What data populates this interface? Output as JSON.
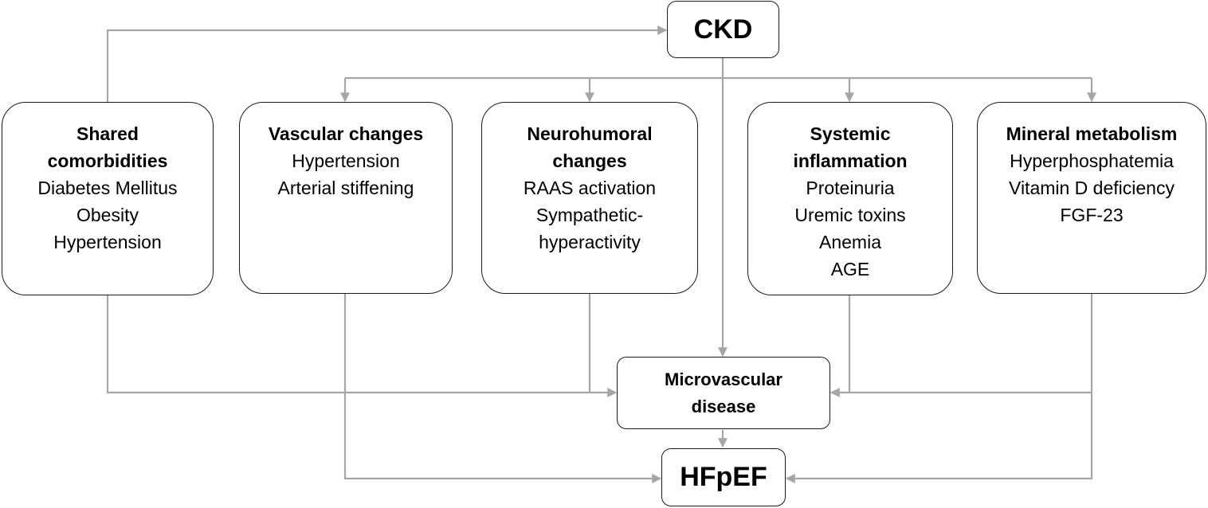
{
  "colors": {
    "connector": "#a6a6a6",
    "box_border": "#1a1a1a",
    "text": "#000000",
    "background": "#ffffff"
  },
  "nodes": {
    "ckd": {
      "label": "CKD"
    },
    "hfpef": {
      "label": "HFpEF"
    },
    "microvascular": {
      "line1": "Microvascular",
      "line2": "disease"
    },
    "shared": {
      "head1": "Shared",
      "head2": "comorbidities",
      "items": [
        "Diabetes Mellitus",
        "Obesity",
        "Hypertension"
      ]
    },
    "vascular": {
      "head1": "Vascular changes",
      "items": [
        "Hypertension",
        "Arterial stiffening"
      ]
    },
    "neurohumoral": {
      "head1": "Neurohumoral",
      "head2": "changes",
      "items": [
        "RAAS activation",
        "Sympathetic-",
        "hyperactivity"
      ]
    },
    "inflammation": {
      "head1": "Systemic",
      "head2": "inflammation",
      "items": [
        "Proteinuria",
        "Uremic toxins",
        "Anemia",
        "AGE"
      ]
    },
    "mineral": {
      "head1": "Mineral metabolism",
      "items": [
        "Hyperphosphatemia",
        "Vitamin D deficiency",
        "FGF-23"
      ]
    }
  }
}
